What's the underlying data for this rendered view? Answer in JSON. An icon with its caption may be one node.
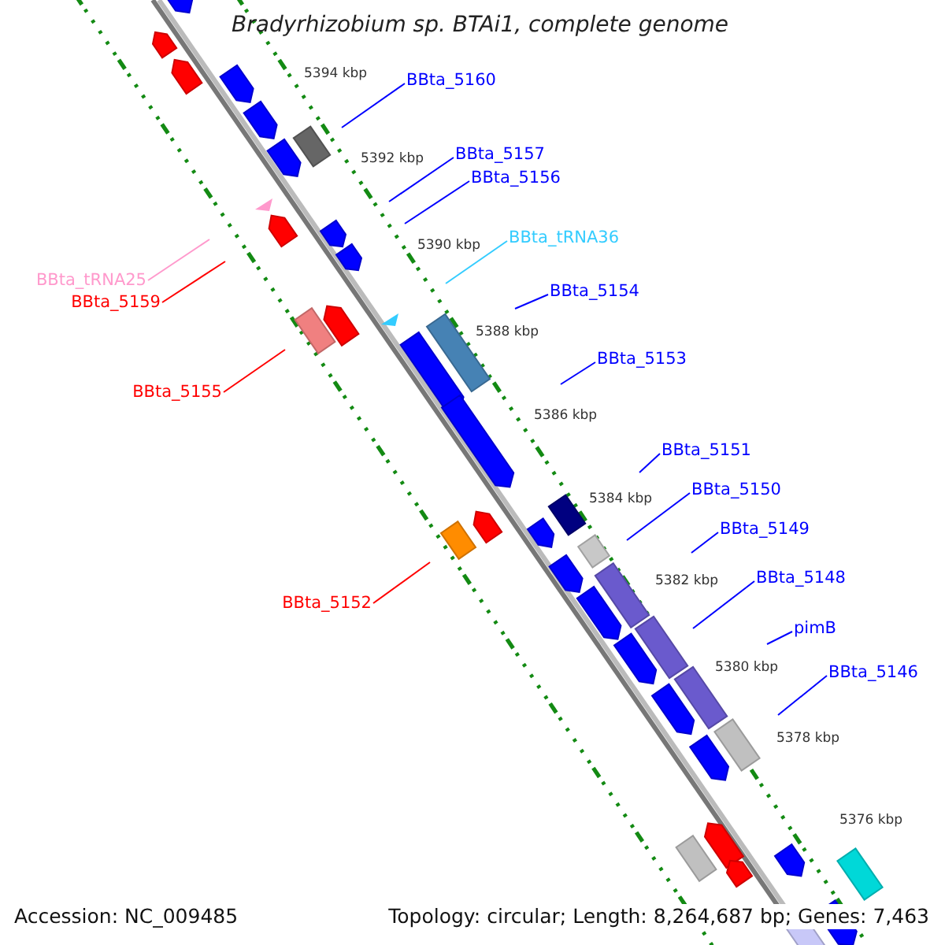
{
  "diagram": {
    "title": "Bradyrhizobium sp. BTAi1, complete genome",
    "nodes": [
      {
        "text": [
          "BBta_5160"
        ]
      },
      {
        "text": [
          "BBta_5157"
        ]
      },
      {
        "text": [
          "BBta_5156"
        ]
      },
      {
        "text": [
          "BBta_tRNA36"
        ]
      },
      {
        "text": [
          "BBta_5154"
        ]
      },
      {
        "text": [
          "BBta_5153"
        ]
      },
      {
        "text": [
          "BBta_5151"
        ]
      },
      {
        "text": [
          "BBta_5150"
        ]
      },
      {
        "text": [
          "BBta_5149"
        ]
      },
      {
        "text": [
          "BBta_5148"
        ]
      },
      {
        "text": [
          "pimB"
        ]
      },
      {
        "text": [
          "BBta_5146"
        ]
      },
      {
        "text": [
          "BBta_tRNA25"
        ]
      },
      {
        "text": [
          "BBta_5159"
        ]
      },
      {
        "text": [
          "BBta_5155"
        ]
      },
      {
        "text": [
          "BBta_5152"
        ]
      }
    ],
    "edges": [
      {
        "from": 0,
        "to": null,
        "arrow": "none"
      },
      {
        "from": 1,
        "to": null,
        "arrow": "none"
      },
      {
        "from": 2,
        "to": null,
        "arrow": "none"
      },
      {
        "from": 3,
        "to": null,
        "arrow": "none",
        "color": "#33ccff"
      },
      {
        "from": 4,
        "to": null,
        "arrow": "none"
      },
      {
        "from": 5,
        "to": null,
        "arrow": "none"
      },
      {
        "from": 6,
        "to": null,
        "arrow": "none"
      },
      {
        "from": 7,
        "to": null,
        "arrow": "none"
      },
      {
        "from": 8,
        "to": null,
        "arrow": "none"
      },
      {
        "from": 9,
        "to": null,
        "arrow": "none"
      },
      {
        "from": 10,
        "to": null,
        "arrow": "none"
      },
      {
        "from": 11,
        "to": null,
        "arrow": "none"
      },
      {
        "from": 12,
        "to": null,
        "arrow": "none",
        "color": "#ff99cc"
      },
      {
        "from": 13,
        "to": null,
        "arrow": "none",
        "color": "#ff0000"
      },
      {
        "from": 14,
        "to": null,
        "arrow": "none",
        "color": "#ff0000"
      },
      {
        "from": 15,
        "to": null,
        "arrow": "none",
        "color": "#ff0000"
      }
    ],
    "labels": [
      "5394 kbp",
      "5392 kbp",
      "5390 kbp",
      "5388 kbp",
      "5386 kbp",
      "5384 kbp",
      "5382 kbp",
      "5380 kbp",
      "5378 kbp",
      "5376 kbp",
      "Accession: NC_009485",
      "Topology: circular; Length: 8,264,687 bp; Genes: 7,463"
    ]
  }
}
